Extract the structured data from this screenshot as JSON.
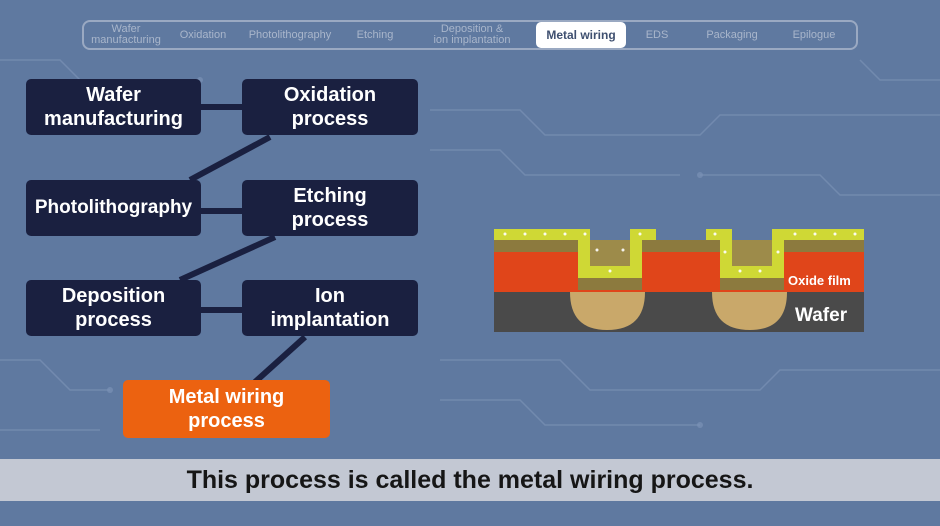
{
  "nav": {
    "items": [
      {
        "label": "Wafer\nmanufacturing",
        "active": false
      },
      {
        "label": "Oxidation",
        "active": false
      },
      {
        "label": "Photolithography",
        "active": false
      },
      {
        "label": "Etching",
        "active": false
      },
      {
        "label": "Deposition &\nion implantation",
        "active": false
      },
      {
        "label": "Metal wiring",
        "active": true
      },
      {
        "label": "EDS",
        "active": false
      },
      {
        "label": "Packaging",
        "active": false
      },
      {
        "label": "Epilogue",
        "active": false
      }
    ]
  },
  "flow": {
    "wafer_manufacturing": "Wafer\nmanufacturing",
    "oxidation": "Oxidation\nprocess",
    "photolithography": "Photolithography",
    "etching": "Etching\nprocess",
    "deposition": "Deposition\nprocess",
    "ion_implantation": "Ion\nimplantation",
    "metal_wiring": "Metal wiring\nprocess"
  },
  "diagram": {
    "oxide_label": "Oxide film",
    "wafer_label": "Wafer"
  },
  "subtitle": "This process is called the metal wiring process.",
  "colors": {
    "background": "#5f79a0",
    "box": "#1a2040",
    "highlight": "#ec6210",
    "oxide": "#e0451a",
    "wafer": "#4a4a4a",
    "metal": "#cfd835"
  }
}
